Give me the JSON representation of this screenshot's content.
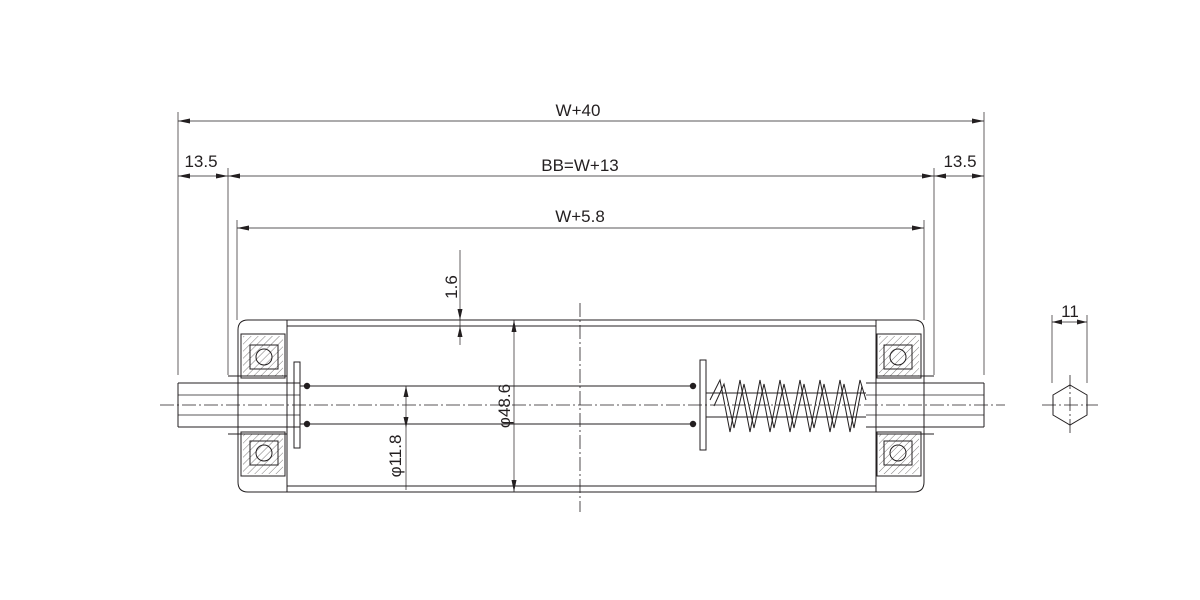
{
  "dimensions": {
    "overall_length": "W+40",
    "left_shaft_extension": "13.5",
    "between_brackets": "BB=W+13",
    "right_shaft_extension": "13.5",
    "tube_length": "W+5.8",
    "wall_thickness": "1.6",
    "tube_diameter": "φ48.6",
    "shaft_diameter": "φ11.8",
    "hex_width": "11"
  },
  "colors": {
    "line": "#231f20",
    "background": "#ffffff"
  },
  "icons": {
    "hex_section": "hexagon-shaft-section-icon"
  }
}
